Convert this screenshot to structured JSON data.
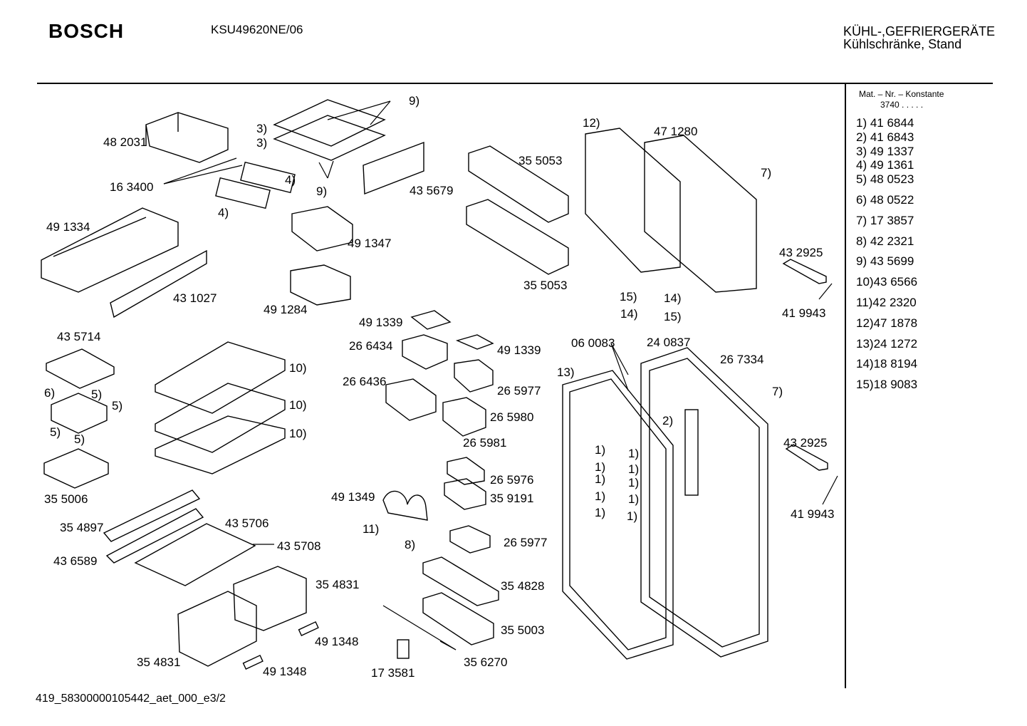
{
  "header": {
    "brand": "BOSCH",
    "model": "KSU49620NE/06",
    "category_line1": "KÜHL-,GEFRIERGERÄTE",
    "category_line2": "Kühlschränke, Stand"
  },
  "legend": {
    "heading": "Mat. – Nr. – Konstante",
    "constant": "3740 . . . . .",
    "items": [
      "1) 41 6844",
      "2) 41 6843",
      "3) 49 1337",
      "4) 49 1361",
      "5) 48 0523",
      "6) 48 0522",
      "7) 17 3857",
      "8) 42 2321",
      "9) 43 5699",
      "10)43 6566",
      "11)42 2320",
      "12)47 1878",
      "13)24 1272",
      "14)18 8194",
      "15)18 9083"
    ]
  },
  "labels": [
    "48 2031",
    "16 3400",
    "3)",
    "3)",
    "9)",
    "9)",
    "4)",
    "4)",
    "49 1334",
    "43 1027",
    "49 1347",
    "49 1284",
    "43 5679",
    "35 5053",
    "35 5053",
    "12)",
    "47 1280",
    "7)",
    "43 2925",
    "41 9943",
    "15)",
    "14)",
    "14)",
    "15)",
    "43 5714",
    "10)",
    "10)",
    "10)",
    "6)",
    "5)",
    "5)",
    "5)",
    "5)",
    "35 5006",
    "49 1339",
    "26 6434",
    "49 1339",
    "26 6436",
    "26 5977",
    "26 5980",
    "26 5981",
    "06 0083",
    "24 0837",
    "26 7334",
    "13)",
    "7)",
    "2)",
    "43 2925",
    "41 9943",
    "1)",
    "1)",
    "1)",
    "1)",
    "1)",
    "1)",
    "1)",
    "1)",
    "1)",
    "1)",
    "26 5976",
    "35 9191",
    "49 1349",
    "11)",
    "8)",
    "26 5977",
    "35 4897",
    "43 5706",
    "43 6589",
    "43 5708",
    "35 4831",
    "35 4828",
    "35 5003",
    "49 1348",
    "35 4831",
    "49 1348",
    "17 3581",
    "35 6270"
  ],
  "footer": "419_58300000105442_aet_000_e3/2"
}
